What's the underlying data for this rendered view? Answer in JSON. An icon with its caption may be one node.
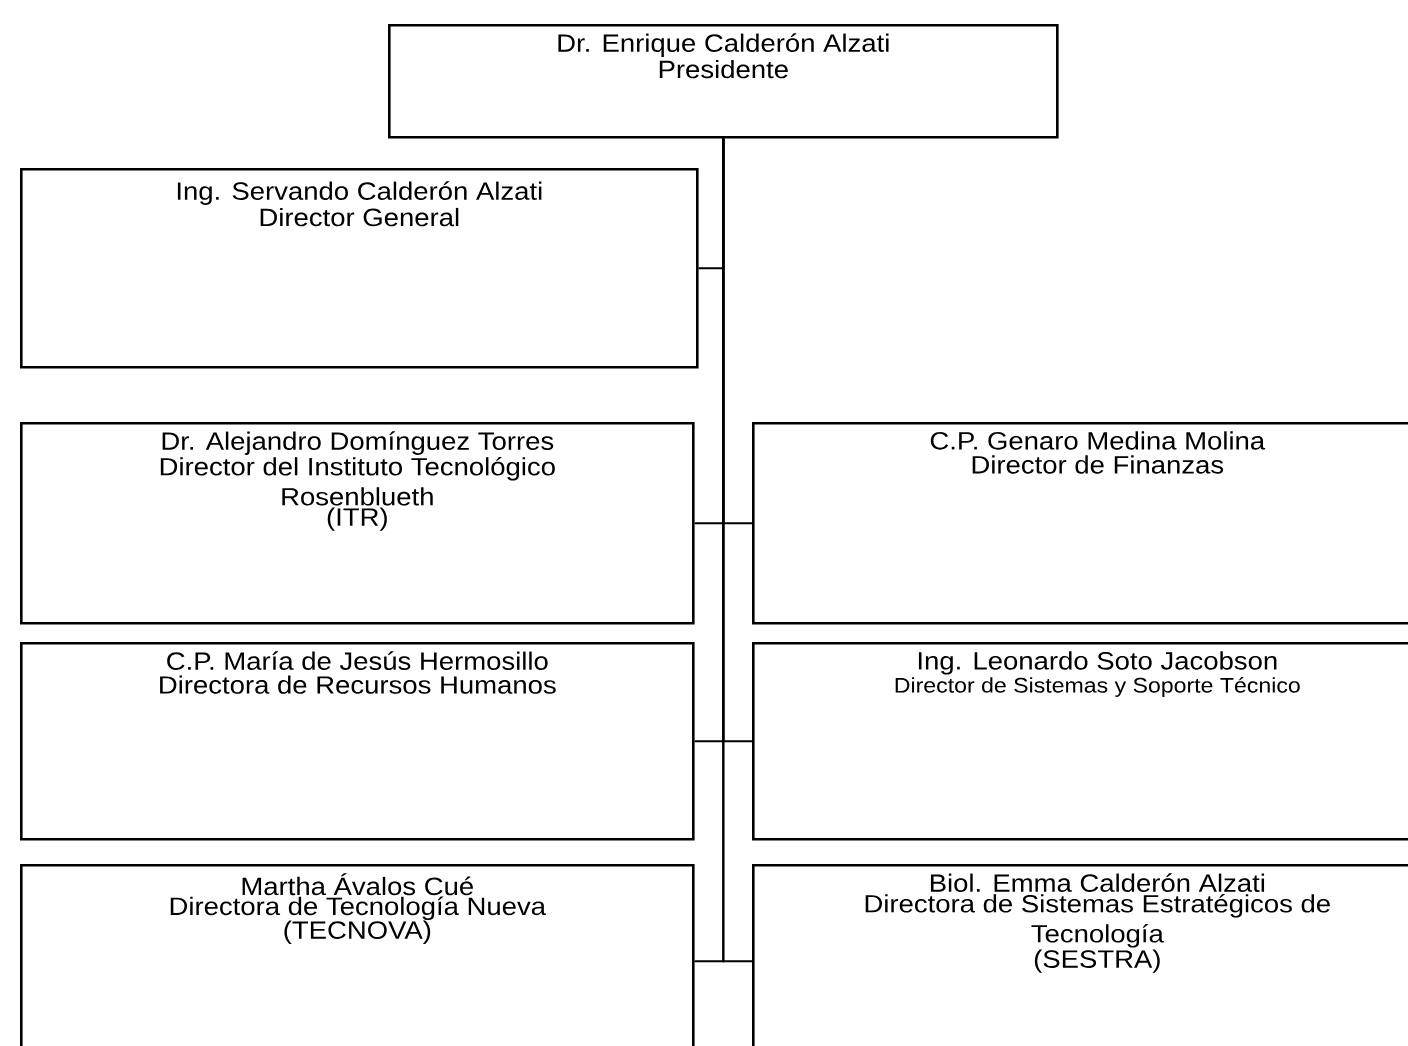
{
  "diagram": {
    "nodes": [
      {
        "text": [
          "Dr. Enrique Calderón Alzati",
          "Presidente"
        ]
      },
      {
        "text": [
          "Ing. Servando Calderón Alzati",
          "Director General"
        ]
      },
      {
        "text": [
          "Dr. Alejandro Domínguez Torres",
          "Director del Instituto Tecnológico Rosenblueth",
          "(ITR)"
        ]
      },
      {
        "text": [
          "C.P. Genaro Medina Molina",
          "Director de Finanzas"
        ]
      },
      {
        "text": [
          "C.P. María de Jesús Hermosillo",
          "Directora de Recursos Humanos"
        ]
      },
      {
        "text": [
          "Ing. Leonardo Soto Jacobson",
          "Director de Sistemas y Soporte Técnico"
        ]
      },
      {
        "text": [
          "Martha Ávalos Cué",
          "Directora de Tecnología Nueva",
          "(TECNOVA)"
        ]
      },
      {
        "text": [
          "Biol. Emma Calderón Alzati",
          "Directora de Sistemas Estratégicos de Tecnología",
          "(SESTRA)"
        ]
      }
    ],
    "edges": [
      {
        "from": 0,
        "to": 1,
        "arrow": "none"
      },
      {
        "from": 0,
        "to": 2,
        "arrow": "none"
      },
      {
        "from": 0,
        "to": 3,
        "arrow": "none"
      },
      {
        "from": 0,
        "to": 4,
        "arrow": "none"
      },
      {
        "from": 0,
        "to": 5,
        "arrow": "none"
      },
      {
        "from": 0,
        "to": 6,
        "arrow": "none"
      },
      {
        "from": 0,
        "to": 7,
        "arrow": "none"
      }
    ]
  }
}
